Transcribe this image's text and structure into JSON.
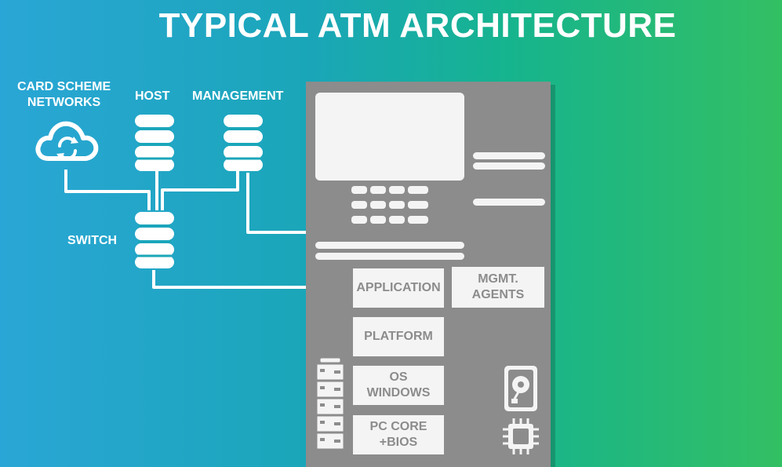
{
  "title": "TYPICAL ATM ARCHITECTURE",
  "nodes": {
    "card_scheme": "CARD SCHEME\nNETWORKS",
    "host": "HOST",
    "management": "MANAGEMENT",
    "switch": "SWITCH"
  },
  "atm_stack": {
    "application": "APPLICATION",
    "mgmt_agents": "MGMT.\nAGENTS",
    "platform": "PLATFORM",
    "os": "OS\nWINDOWS",
    "pc_core": "PC CORE\n+BIOS"
  },
  "icons": [
    "cloud-sync-icon",
    "database-icon",
    "server-rack-icon",
    "hard-drive-icon",
    "cpu-chip-icon"
  ]
}
